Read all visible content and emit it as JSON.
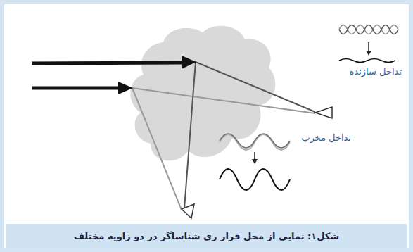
{
  "diagram": {
    "caption": "شکل۱: نمایی از محل قرار   ری شناساگر در دو زاویه مختلف",
    "labels": [
      "تداخل سازنده",
      "تداخل مخرب"
    ]
  }
}
